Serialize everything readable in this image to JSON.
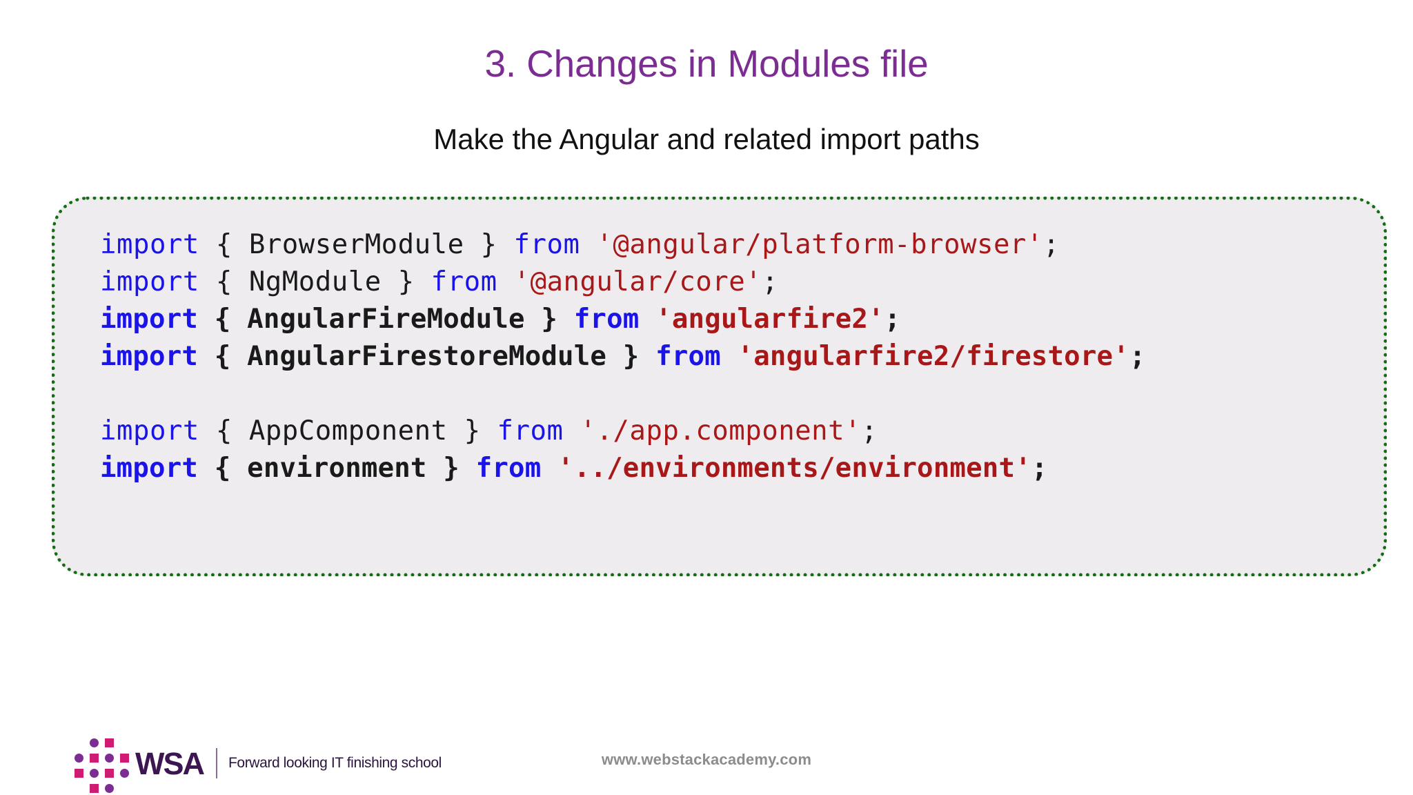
{
  "slide": {
    "title": "3. Changes in Modules file",
    "subtitle": "Make the Angular and related import paths",
    "title_color": "#7b2d91",
    "subtitle_color": "#111111"
  },
  "code_block": {
    "background": "#eeecef",
    "border_color": "#136d13",
    "border_style": "dotted",
    "language": "typescript",
    "colors": {
      "keyword": "#1a14e8",
      "plain": "#1a1a1a",
      "string": "#a81818"
    },
    "lines": [
      {
        "index": 1,
        "bold": false,
        "text": "import { BrowserModule } from '@angular/platform-browser';",
        "tokens": [
          {
            "t": "import",
            "k": "kw"
          },
          {
            "t": " { BrowserModule } ",
            "k": "plain"
          },
          {
            "t": "from",
            "k": "kw"
          },
          {
            "t": " ",
            "k": "plain"
          },
          {
            "t": "'@angular/platform-browser'",
            "k": "str"
          },
          {
            "t": ";",
            "k": "plain"
          }
        ]
      },
      {
        "index": 2,
        "bold": false,
        "text": "import { NgModule } from '@angular/core';",
        "tokens": [
          {
            "t": "import",
            "k": "kw"
          },
          {
            "t": " { NgModule } ",
            "k": "plain"
          },
          {
            "t": "from",
            "k": "kw"
          },
          {
            "t": " ",
            "k": "plain"
          },
          {
            "t": "'@angular/core'",
            "k": "str"
          },
          {
            "t": ";",
            "k": "plain"
          }
        ]
      },
      {
        "index": 3,
        "bold": true,
        "text": "import { AngularFireModule } from 'angularfire2';",
        "tokens": [
          {
            "t": "import",
            "k": "kw"
          },
          {
            "t": " { AngularFireModule } ",
            "k": "plain"
          },
          {
            "t": "from",
            "k": "kw"
          },
          {
            "t": " ",
            "k": "plain"
          },
          {
            "t": "'angularfire2'",
            "k": "str"
          },
          {
            "t": ";",
            "k": "plain"
          }
        ]
      },
      {
        "index": 4,
        "bold": true,
        "text": "import { AngularFirestoreModule } from 'angularfire2/firestore';",
        "tokens": [
          {
            "t": "import",
            "k": "kw"
          },
          {
            "t": " { AngularFirestoreModule } ",
            "k": "plain"
          },
          {
            "t": "from",
            "k": "kw"
          },
          {
            "t": " ",
            "k": "plain"
          },
          {
            "t": "'angularfire2/firestore'",
            "k": "str"
          },
          {
            "t": ";",
            "k": "plain"
          }
        ]
      },
      {
        "index": 5,
        "bold": false,
        "text": "",
        "tokens": []
      },
      {
        "index": 6,
        "bold": false,
        "text": "import { AppComponent } from './app.component';",
        "tokens": [
          {
            "t": "import",
            "k": "kw"
          },
          {
            "t": " { AppComponent } ",
            "k": "plain"
          },
          {
            "t": "from",
            "k": "kw"
          },
          {
            "t": " ",
            "k": "plain"
          },
          {
            "t": "'./app.component'",
            "k": "str"
          },
          {
            "t": ";",
            "k": "plain"
          }
        ]
      },
      {
        "index": 7,
        "bold": true,
        "text": "import { environment } from '../environments/environment';",
        "tokens": [
          {
            "t": "import",
            "k": "kw"
          },
          {
            "t": " { environment } ",
            "k": "plain"
          },
          {
            "t": "from",
            "k": "kw"
          },
          {
            "t": " ",
            "k": "plain"
          },
          {
            "t": "'../environments/environment'",
            "k": "str"
          },
          {
            "t": ";",
            "k": "plain"
          }
        ]
      }
    ]
  },
  "footer": {
    "logo_word": "WSA",
    "logo_tagline": "Forward looking IT finishing school",
    "url": "www.webstackacademy.com",
    "logo_dot_color": "#7b2d91",
    "logo_square_color": "#cf1b72",
    "url_color": "#8c8c8c"
  }
}
